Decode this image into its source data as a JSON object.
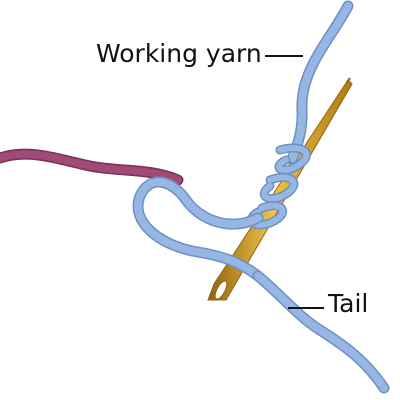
{
  "labels": {
    "working_yarn": "Working yarn",
    "tail": "Tail"
  },
  "colors": {
    "background": "#ffffff",
    "blue_yarn": "#96b7e3",
    "blue_yarn_shadow": "#6f90c2",
    "purple_yarn": "#a04a75",
    "purple_yarn_shadow": "#7a3358",
    "needle": "#d19a1c",
    "needle_shadow": "#8f6410",
    "leader_line": "#111111",
    "text": "#111111"
  },
  "icons": {
    "illustration": "yarn-needle-illustration"
  }
}
